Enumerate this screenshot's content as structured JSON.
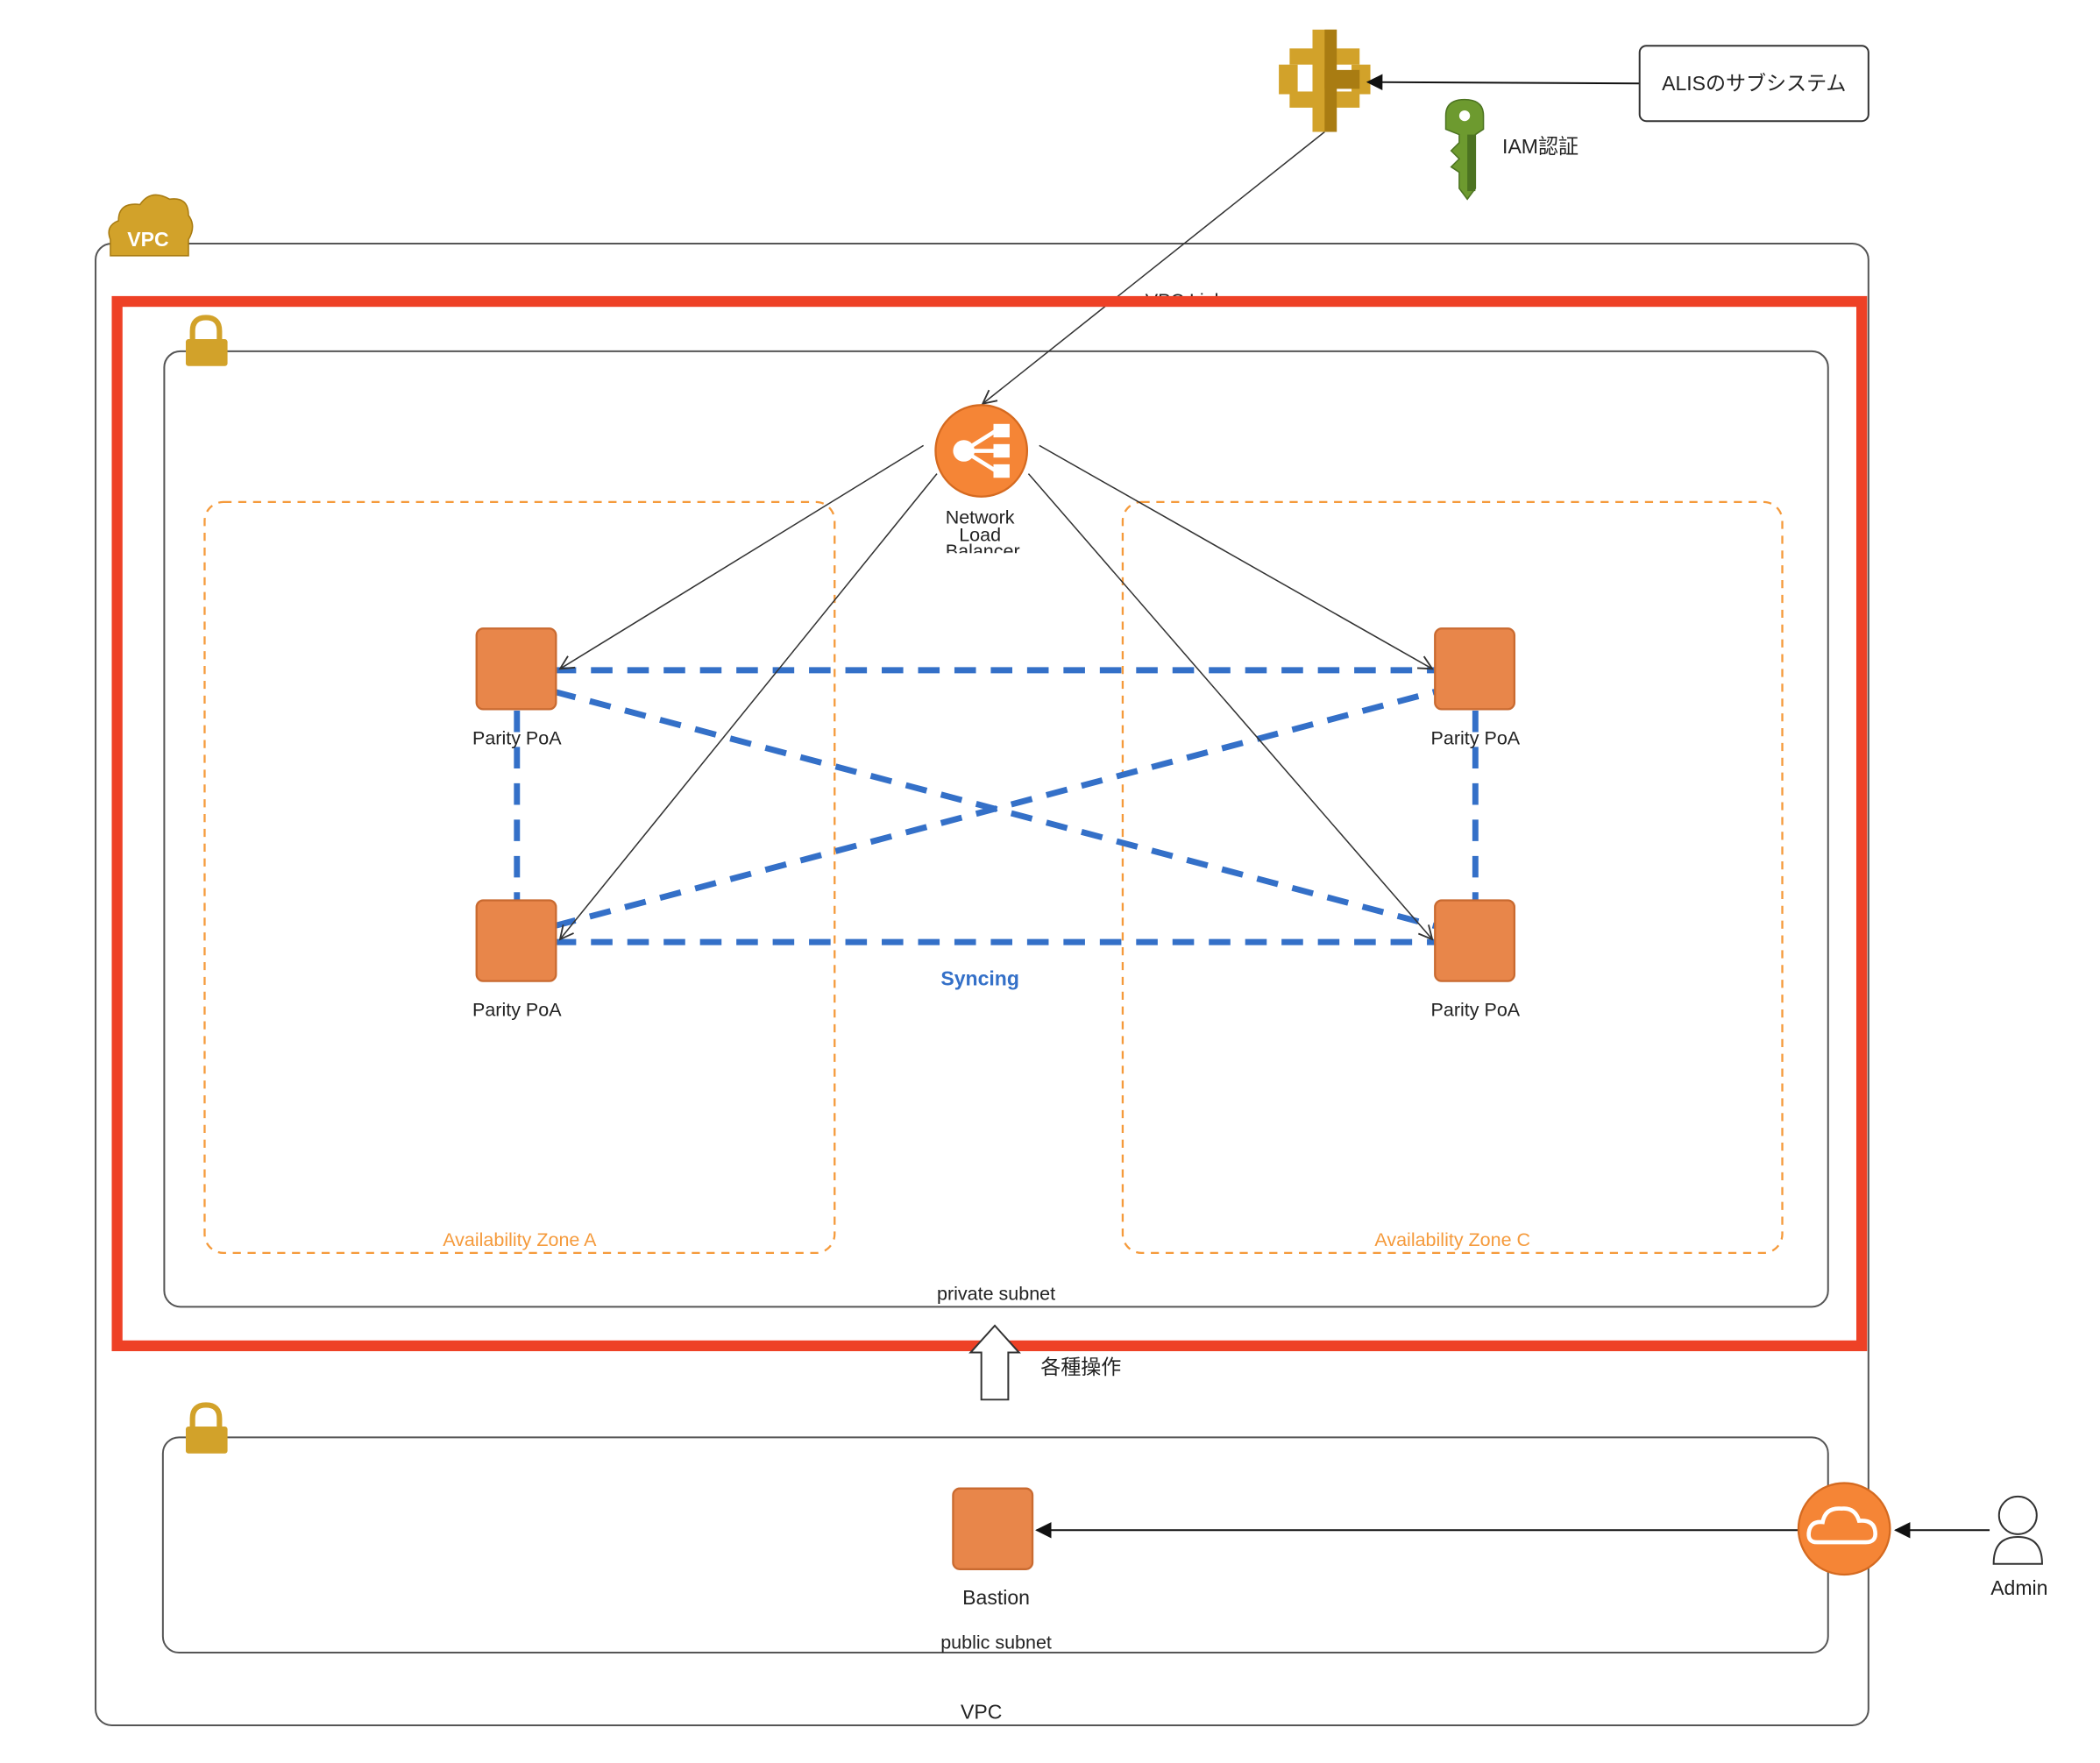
{
  "colors": {
    "ec2": "#E8864A",
    "ec2_edge": "#C96A30",
    "aws_orange": "#F58536",
    "zone_orange": "#F59A3B",
    "sync_blue": "#3470C8",
    "highlight_red": "#EE4126",
    "gold": "#D2A22A",
    "gold_dark": "#A97C12",
    "iam_green": "#6D9A2F",
    "iam_green_dark": "#4C7321",
    "text": "#222222"
  },
  "external": {
    "system_box": "ALISのサブシステム",
    "api_gateway_icon": "api-gateway-icon",
    "iam_icon": "iam-key-icon",
    "iam_label": "IAM認証"
  },
  "vpc": {
    "badge": "VPC",
    "label": "VPC",
    "partial_label": "VPC Link"
  },
  "private_subnet": {
    "label": "private subnet",
    "lock_icon": "lock-icon",
    "load_balancer": {
      "icon": "load-balancer-icon",
      "label_line1": "Network",
      "label_line2": "Load",
      "label_line3": "Balancer"
    },
    "zones": [
      {
        "label": "Availability Zone A"
      },
      {
        "label": "Availability Zone C"
      }
    ],
    "nodes": [
      {
        "label": "Parity PoA"
      },
      {
        "label": "Parity PoA"
      },
      {
        "label": "Parity PoA"
      },
      {
        "label": "Parity PoA"
      }
    ],
    "sync_label": "Syncing"
  },
  "operation_label": "各種操作",
  "public_subnet": {
    "label": "public subnet",
    "lock_icon": "lock-icon",
    "bastion_label": "Bastion",
    "gateway_icon": "internet-gateway-cloud-icon"
  },
  "admin": {
    "icon": "user-icon",
    "label": "Admin"
  }
}
